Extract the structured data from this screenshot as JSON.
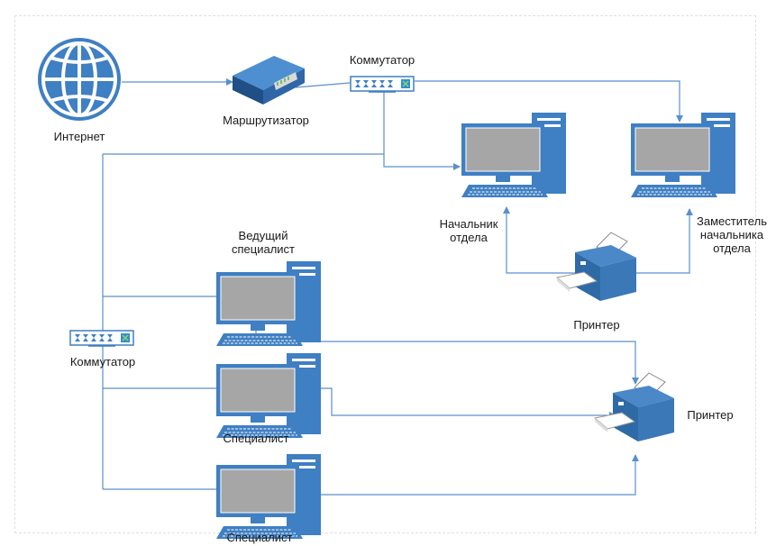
{
  "labels": {
    "internet": "Интернет",
    "router": "Маршрутизатор",
    "switch_top": "Коммутатор",
    "switch_left": "Коммутатор",
    "head_line1": "Начальник",
    "head_line2": "отдела",
    "deputy_line1": "Заместитель",
    "deputy_line2": "начальника",
    "deputy_line3": "отдела",
    "printer_top": "Принтер",
    "lead_line1": "Ведущий",
    "lead_line2": "специалист",
    "spec1": "Специалист",
    "spec2": "Специалист",
    "printer_right": "Принтер"
  },
  "colors": {
    "line": "#5b8fc9",
    "device": "#3f7fc3",
    "device_dark": "#2a5f99",
    "screen": "#a6a6a6"
  },
  "icons": [
    "globe-icon",
    "router-icon",
    "switch-icon",
    "computer-icon",
    "printer-icon"
  ]
}
